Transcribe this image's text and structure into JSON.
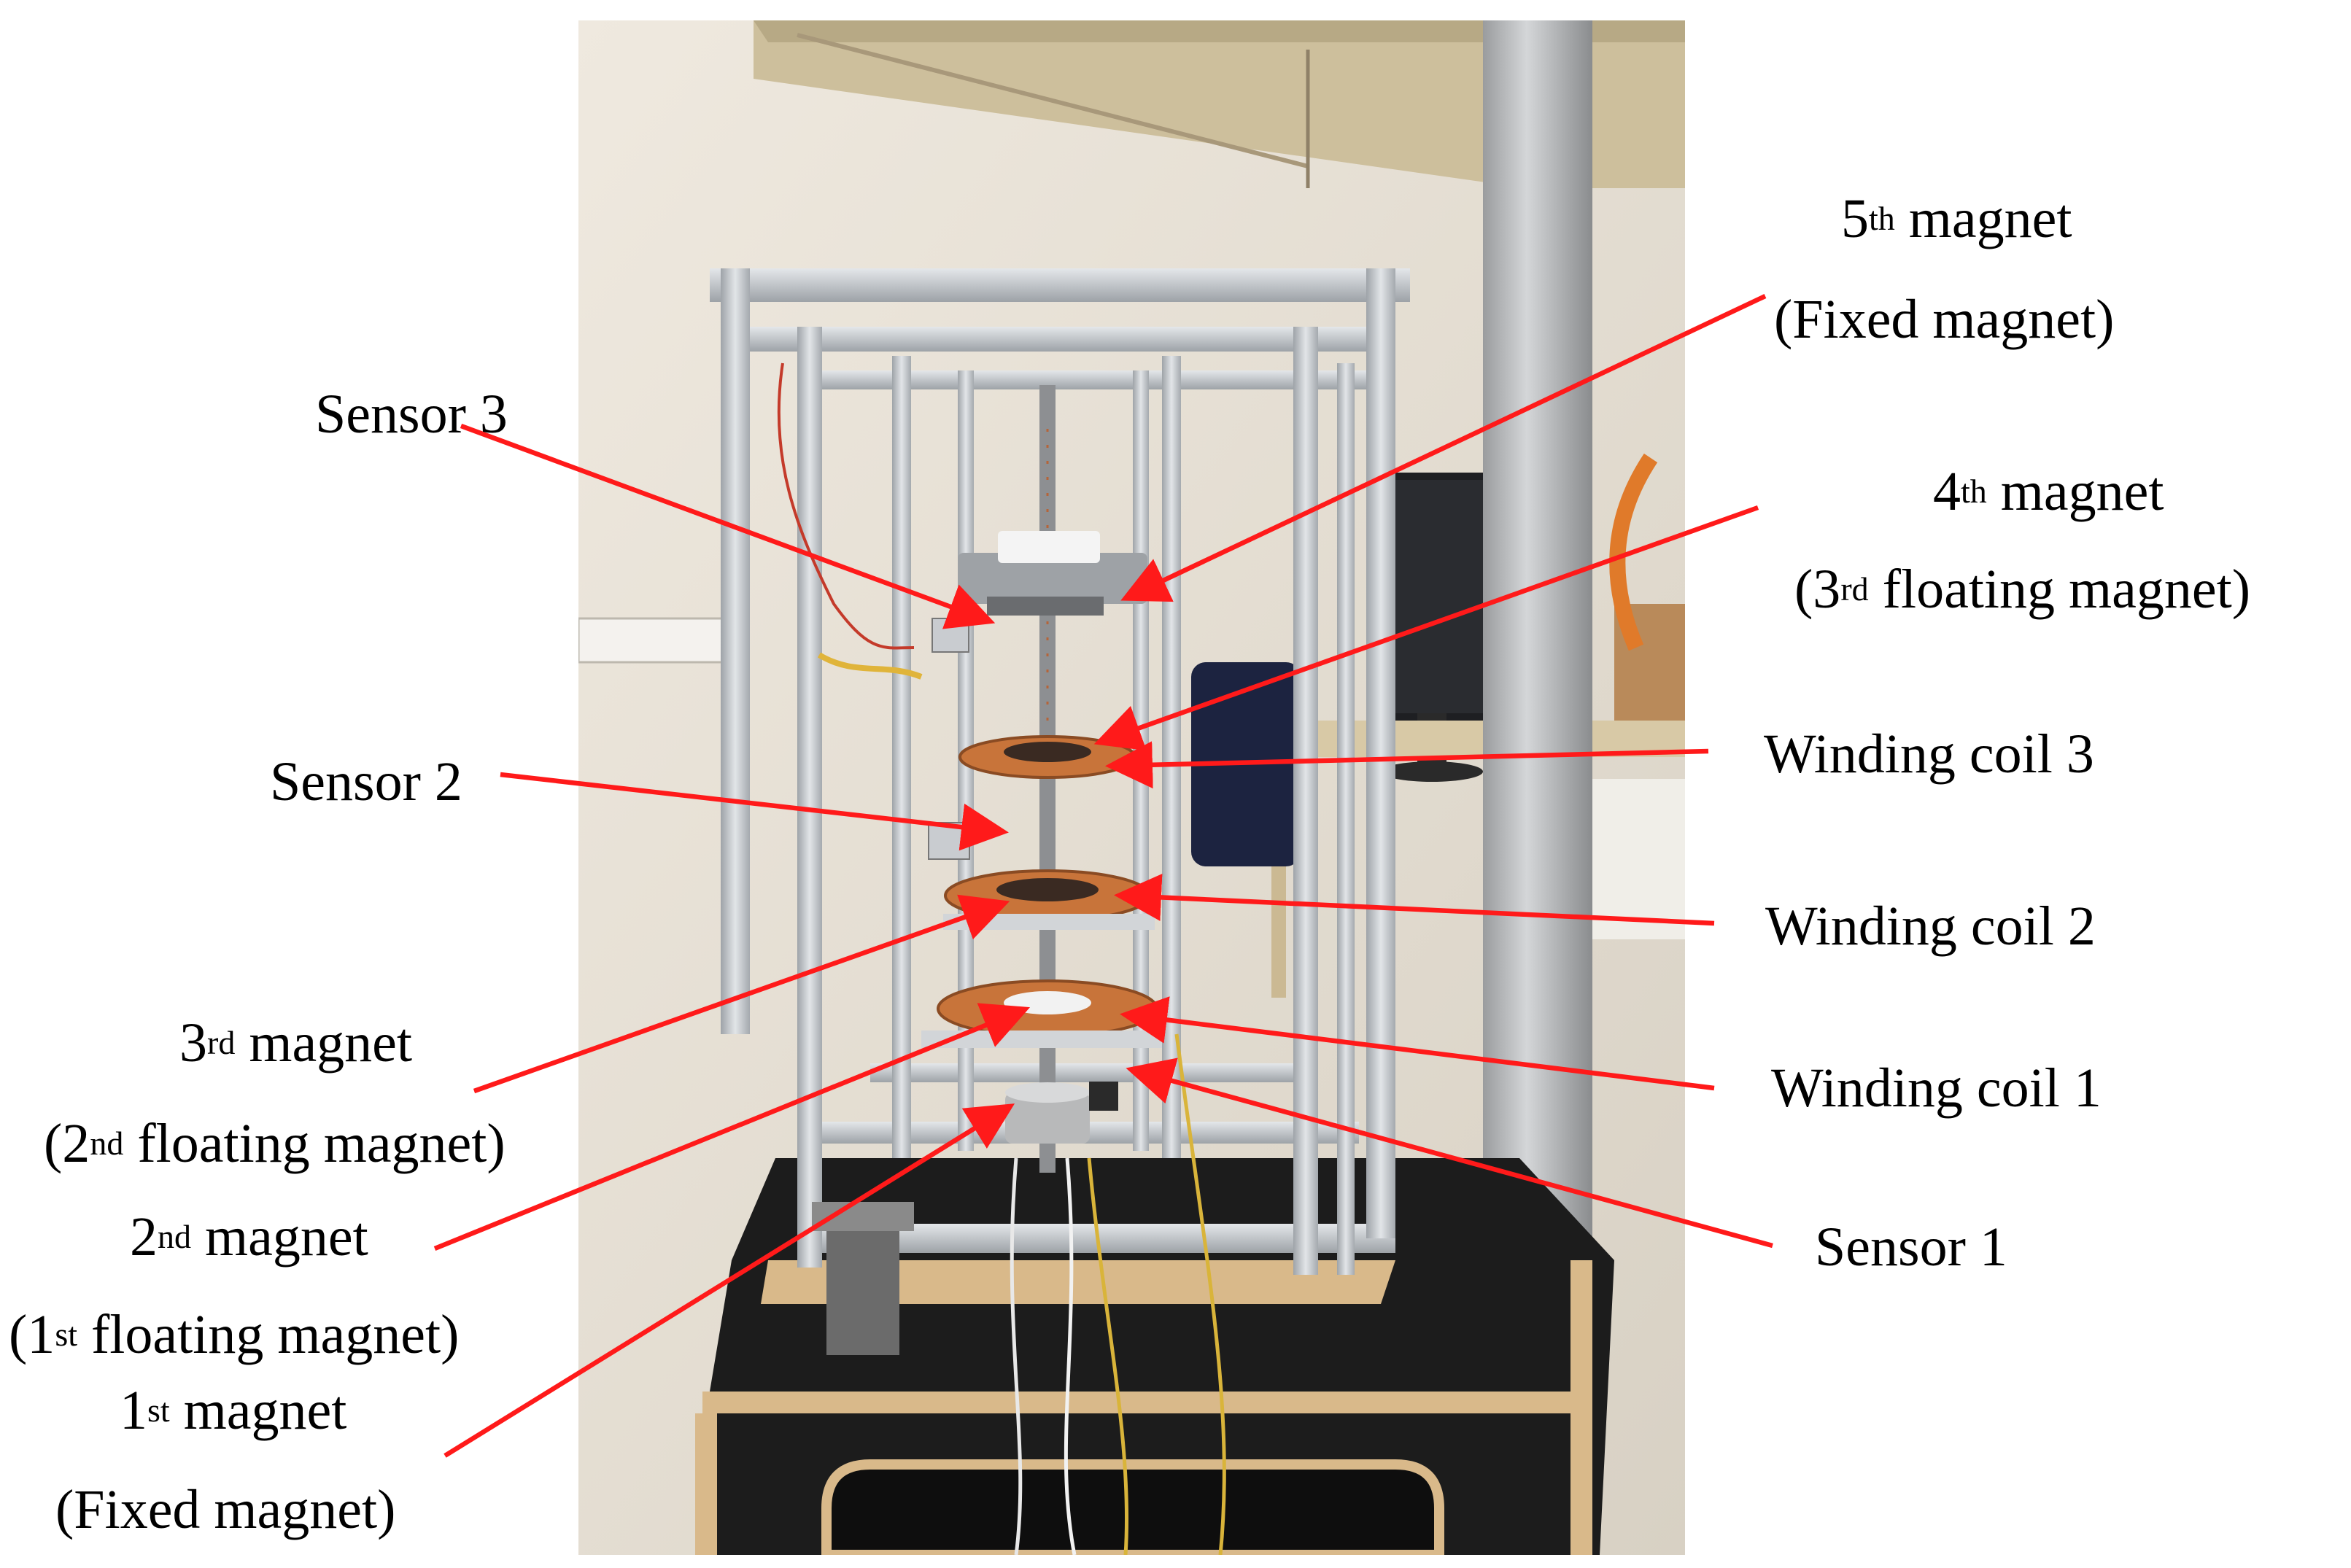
{
  "labels": {
    "sensor3": "Sensor 3",
    "sensor2": "Sensor 2",
    "sensor1": "Sensor 1",
    "m5_pre": "5",
    "m5_sup": "th",
    "m5_post": " magnet",
    "m5_sub": "(Fixed magnet)",
    "m4_pre": "4",
    "m4_sup": "th",
    "m4_post": " magnet",
    "m4_sub_pre": "(3",
    "m4_sub_sup": "rd",
    "m4_sub_post": " floating magnet)",
    "coil3": "Winding coil 3",
    "coil2": "Winding coil 2",
    "coil1": "Winding coil 1",
    "m3_pre": "3",
    "m3_sup": "rd",
    "m3_post": " magnet",
    "m3_sub_pre": "(2",
    "m3_sub_sup": "nd",
    "m3_sub_post": " floating magnet)",
    "m2_pre": "2",
    "m2_sup": "nd",
    "m2_post": " magnet",
    "m2_sub_pre": "(1",
    "m2_sub_sup": "st",
    "m2_sub_post": " floating magnet)",
    "m1_pre": "1",
    "m1_sup": "st",
    "m1_post": " magnet",
    "m1_sub": "(Fixed magnet)"
  },
  "colors": {
    "arrow": "#ff1a1a",
    "frame": "#c8ccd0",
    "wall": "#ece6dc",
    "shelf": "#cdbf9c",
    "cabinet": "#1c1c1c",
    "plywood": "#d9b98a",
    "coil": "#c8743a"
  }
}
